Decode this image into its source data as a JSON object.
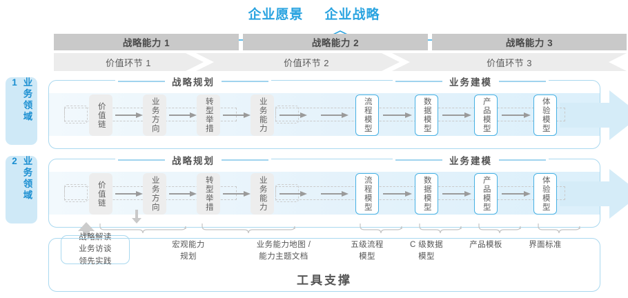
{
  "header": {
    "vision_title": "企业愿景",
    "strategy_title": "企业战略"
  },
  "capabilities": [
    {
      "label": "战略能力 1"
    },
    {
      "label": "战略能力 2"
    },
    {
      "label": "战略能力 3"
    }
  ],
  "value_stages": [
    {
      "label": "价值环节 1"
    },
    {
      "label": "价值环节 2"
    },
    {
      "label": "价值环节 3"
    }
  ],
  "domains": [
    {
      "label": "业务领域 1"
    },
    {
      "label": "业务领域 2"
    }
  ],
  "sections": {
    "planning": "战略规划",
    "modeling": "业务建模"
  },
  "nodes": {
    "planning": [
      {
        "label": "价值链",
        "style": "gray"
      },
      {
        "label": "业务方向",
        "style": "gray"
      },
      {
        "label": "转型举措",
        "style": "gray"
      },
      {
        "label": "业务能力",
        "style": "gray"
      }
    ],
    "modeling": [
      {
        "label": "流程模型",
        "style": "blue"
      },
      {
        "label": "数据模型",
        "style": "blue"
      },
      {
        "label": "产品模型",
        "style": "blue"
      },
      {
        "label": "体验模型",
        "style": "blue"
      }
    ]
  },
  "tools": [
    {
      "label": "战略解读\n业务访谈\n领先实践",
      "type": "pill"
    },
    {
      "label": "宏观能力\n规划",
      "type": "plain"
    },
    {
      "label": "业务能力地图 /\n能力主题文档",
      "type": "plain"
    },
    {
      "label": "五级流程\n模型",
      "type": "plain"
    },
    {
      "label": "C 级数据\n模型",
      "type": "plain"
    },
    {
      "label": "产品模板",
      "type": "plain"
    },
    {
      "label": "界面标准",
      "type": "plain"
    }
  ],
  "footer": {
    "label": "工具支撑"
  },
  "colors": {
    "accent": "#29a3e0",
    "accent_soft": "#a9d8ef",
    "node_blue": "#46b0e3",
    "gray_header": "#c9c9c9",
    "gray_stage": "#ececec",
    "text": "#555555"
  }
}
